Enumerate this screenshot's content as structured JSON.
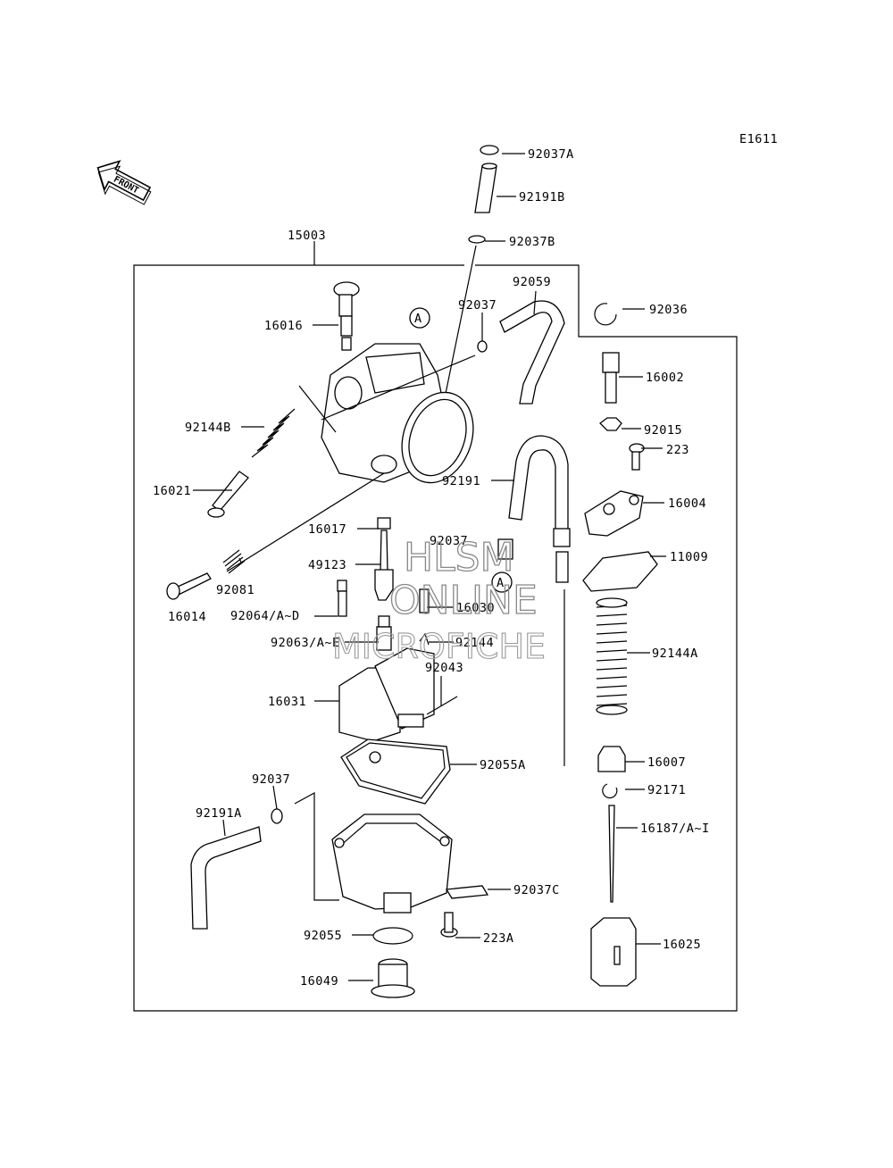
{
  "diagram": {
    "code": "E1611",
    "front_label": "FRONT",
    "callouts": {
      "c15003": "15003",
      "c92037A": "92037A",
      "c92191B": "92191B",
      "c92037B": "92037B",
      "c92059": "92059",
      "c92037_top": "92037",
      "c92036": "92036",
      "c16016": "16016",
      "c16002": "16002",
      "c92144B": "92144B",
      "c92015": "92015",
      "c223": "223",
      "c16021": "16021",
      "c92191": "92191",
      "c16004": "16004",
      "c16017": "16017",
      "c92037_mid": "92037",
      "c49123": "49123",
      "c11009": "11009",
      "c92081": "92081",
      "c16014": "16014",
      "c92064": "92064/A~D",
      "c16030": "16030",
      "c92063": "92063/A~E",
      "c92144": "92144",
      "c92144A": "92144A",
      "c92043": "92043",
      "c16031": "16031",
      "c92055A": "92055A",
      "c16007": "16007",
      "c92037_low": "92037",
      "c92171": "92171",
      "c92191A": "92191A",
      "c16187": "16187/A~I",
      "c92037C": "92037C",
      "c92055": "92055",
      "c223A": "223A",
      "c16025": "16025",
      "c16049": "16049"
    },
    "markers": {
      "a1": "A",
      "a2": "A"
    },
    "watermark": {
      "line1": "HLSM",
      "line2": "ONLINE",
      "line3": "MICROFICHE"
    }
  }
}
